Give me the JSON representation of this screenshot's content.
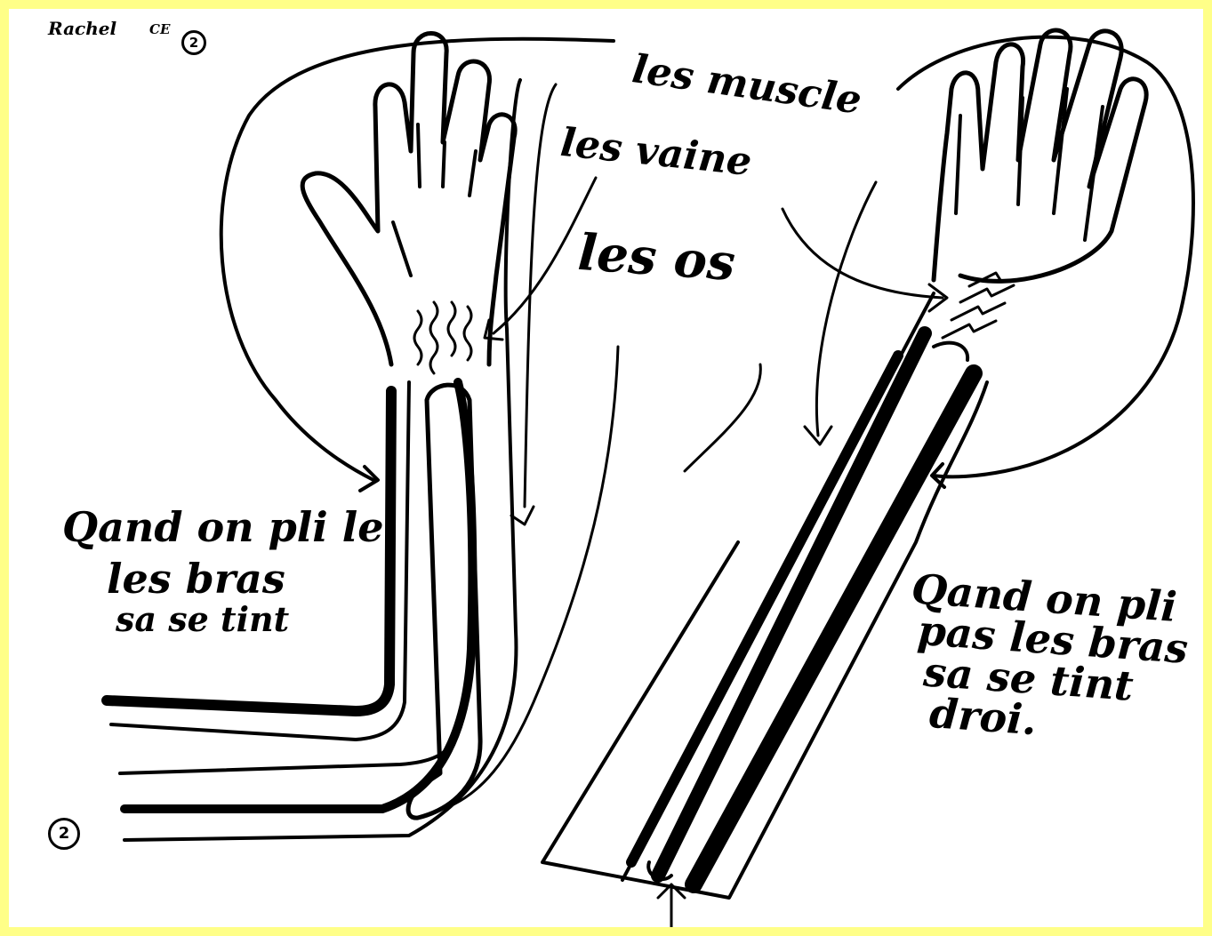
{
  "header": {
    "author": "Rachel",
    "grade": "CE",
    "grade_number": "2"
  },
  "labels": {
    "muscles": "les muscle",
    "veins": "les vaine",
    "bones": "les os"
  },
  "captions": {
    "bent_arm": {
      "line1": "Qand on pli le",
      "line2": "les bras",
      "line3": "sa se tint"
    },
    "straight_arm": {
      "line1": "Qand on pli",
      "line2": "pas les bras",
      "line3": "sa se tint",
      "line4": "droi."
    }
  },
  "margin_mark": "2",
  "colors": {
    "frame": "#ffff88",
    "paper": "#ffffff",
    "ink": "#000000"
  }
}
